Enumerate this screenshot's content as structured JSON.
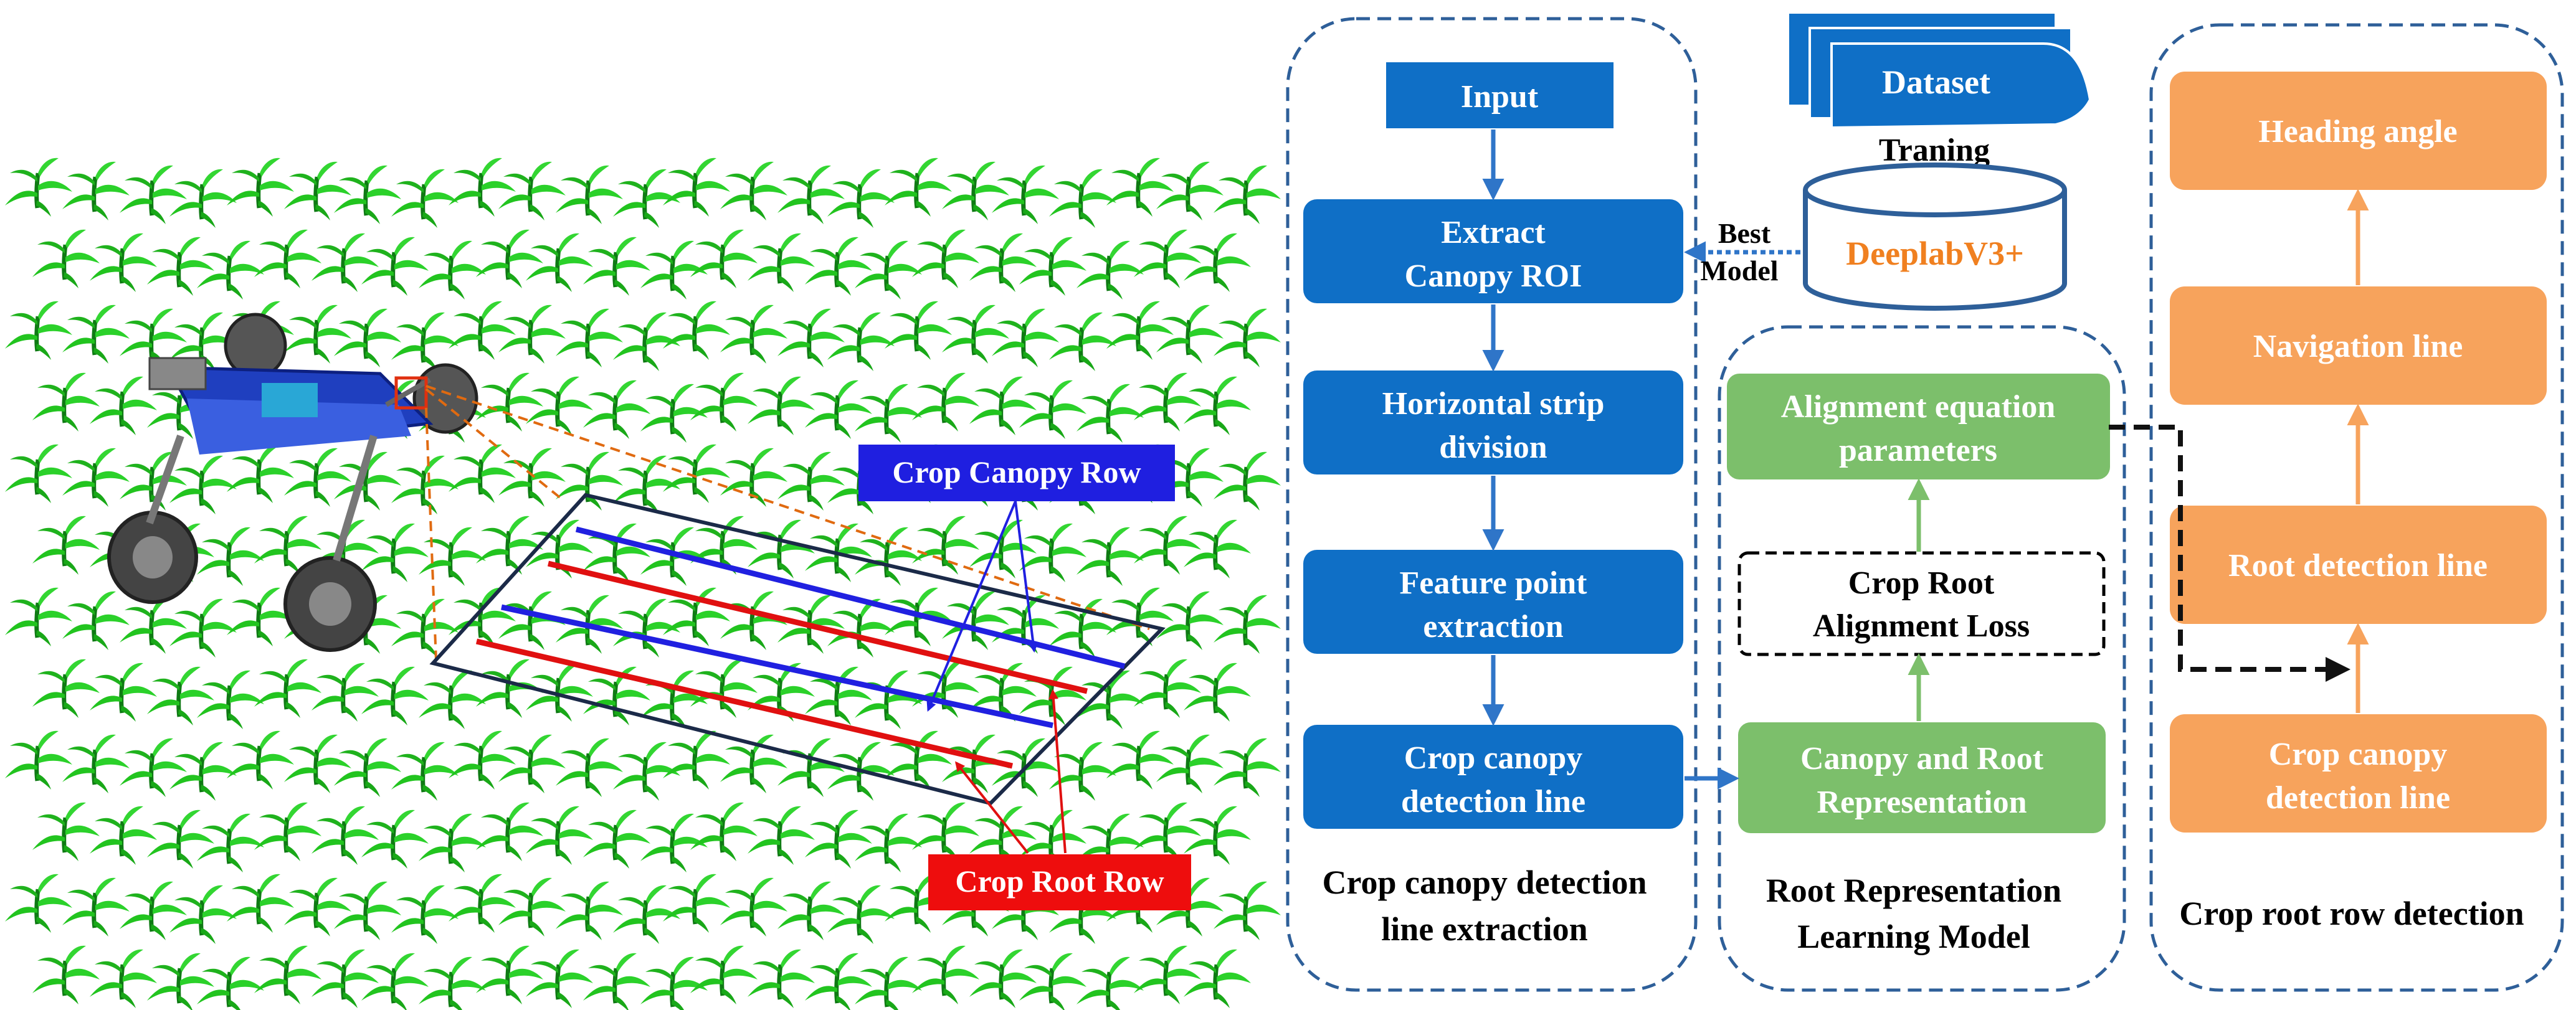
{
  "colors": {
    "blue_box": "#0f6fc6",
    "green_box": "#7cbf6b",
    "orange_box": "#f7a35c",
    "dashed_border": "#2e5f99",
    "arrow_blue": "#2f75c8",
    "arrow_green": "#7cbf6b",
    "arrow_orange": "#f7a35c",
    "deeplab_text": "#f08020",
    "canopy_row": "#2020e0",
    "root_row": "#e01010",
    "canopy_label_bg": "#1f1fe0",
    "root_label_bg": "#ee0d0d",
    "crop_green": "#22c41f"
  },
  "scene": {
    "canopy_label": "Crop Canopy Row",
    "root_label": "Crop Root Row"
  },
  "extraction": {
    "input": "Input",
    "roi_line1": "Extract",
    "roi_line2": "Canopy ROI",
    "strip_line1": "Horizontal strip",
    "strip_line2": "division",
    "feature_line1": "Feature point",
    "feature_line2": "extraction",
    "canopy_line1": "Crop canopy",
    "canopy_line2": "detection line",
    "caption_line1": "Crop canopy detection",
    "caption_line2": "line extraction"
  },
  "model": {
    "dataset": "Dataset",
    "training": "Traning",
    "deeplab": "DeeplabV3+",
    "best": "Best",
    "model": "Model"
  },
  "representation": {
    "align_line1": "Alignment  equation",
    "align_line2": "parameters",
    "loss_line1": "Crop Root",
    "loss_line2": "Alignment Loss",
    "rep_line1": "Canopy and Root",
    "rep_line2": "Representation",
    "caption_line1": "Root Representation",
    "caption_line2": "Learning Model"
  },
  "root_detection": {
    "heading": "Heading angle",
    "navigation": "Navigation line",
    "root_line": "Root detection line",
    "canopy_line1": "Crop canopy",
    "canopy_line2": "detection line",
    "caption": "Crop root row detection"
  }
}
